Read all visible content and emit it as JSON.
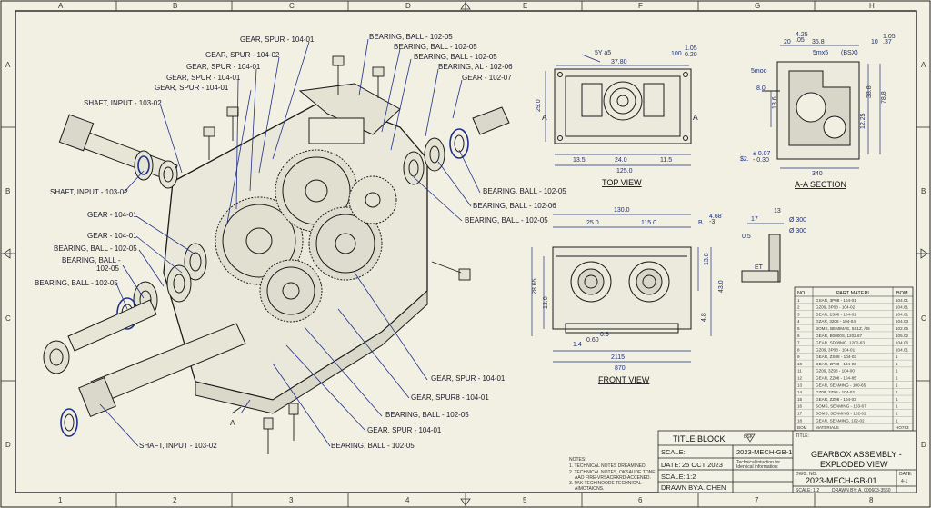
{
  "zones": {
    "columns": [
      "A",
      "B",
      "C",
      "D",
      "E",
      "F",
      "G",
      "H"
    ],
    "columns_bottom": [
      "1",
      "2",
      "3",
      "4",
      "5",
      "6",
      "7",
      "8"
    ],
    "rows": [
      "A",
      "B",
      "C",
      "D"
    ]
  },
  "callouts": {
    "gear_spur_104_01_top": "GEAR, SPUR - 104-01",
    "gear_spur_104_02": "GEAR, SPUR - 104-02",
    "gear_spur_104_01_b": "GEAR, SPUR - 104-01",
    "gear_spur_104_01_c": "GEAR, SPUR - 104-01",
    "gear_spur_104_01_d": "GEAR, SPUR - 104-01",
    "shaft_input_103_02_top": "SHAFT, INPUT - 103-02",
    "shaft_input_103_02_mid": "SHAFT, INPUT - 103-02",
    "gear_104_01_left": "GEAR - 104-01",
    "gear_104_01_left2": "GEAR - 104-01",
    "bearing_ball_102_05_l1": "BEARING, BALL - 102-05",
    "bearing_ball_102_05_l2a": "BEARING, BALL -",
    "bearing_ball_102_05_l2b": "102-05",
    "bearing_ball_102_05_l3": "BEARING, BALL - 102-05",
    "bearing_ball_102_05_t1": "BEARING, BALL - 102-05",
    "bearing_ball_102_05_t2": "BEARING, BALL - 102-05",
    "bearing_ball_102_05_t3": "BEARING, BALL - 102-05",
    "bearing_al_102_06": "BEARING, AL - 102-06",
    "gear_102_07": "GEAR - 102-07",
    "bearing_ball_102_05_r1": "BEARING, BALL - 102-05",
    "bearing_ball_102_06_r": "BEARING, BALL - 102-06",
    "bearing_ball_102_05_r2": "BEARING, BALL - 102-05",
    "gear_spur_104_01_br": "GEAR, SPUR - 104-01",
    "gear_spur8_104_01": "GEAR, SPUR8 - 104-01",
    "bearing_ball_102_05_b1": "BEARING, BALL - 102-05",
    "gear_spur_104_01_b2": "GEAR, SPUR - 104-01",
    "bearing_ball_102_05_b2": "BEARING, BALL - 102-05",
    "shaft_input_103_02_bot": "SHAFT, INPUT - 103-02",
    "section_marker": "A"
  },
  "views": {
    "top_view": "TOP VIEW",
    "section_view": "A-A SECTION",
    "front_view": "FRONT VIEW"
  },
  "dims_top": {
    "d1": "37.80",
    "d2": "100",
    "d2s": "1.05",
    "d2s2": "0.20",
    "d3": "5Y a5",
    "d4": "29.0",
    "d5": "13.5",
    "d6": "24.0",
    "d7": "11.5",
    "d8": "125.0",
    "d9": "A",
    "d10": "A"
  },
  "dims_section": {
    "d1": "20",
    "d1s": "4.25",
    "d1s2": ".05",
    "d2": "35.8",
    "d3": "(BSX)",
    "d4": "5mx5",
    "d5": "10",
    "d5s": "1.05",
    "d5s2": ".37",
    "d6": "13.6",
    "d7": "38.8",
    "d8": "78.8",
    "d9": "12.25",
    "d10": "$2.",
    "d10s": "± 0.07",
    "d10s2": "- 0.30",
    "d11": "340",
    "d12": "5moo",
    "d13": "8.0"
  },
  "dims_front": {
    "d1": "130.0",
    "d2": "25.0",
    "d3": "115.0",
    "d4": "B",
    "d4s": "4.68",
    "d4s2": "-3",
    "d5": "13.8",
    "d6": "28.65",
    "d7": "13.0",
    "d8": "43.0",
    "d9": "4.8",
    "d10": "0.6",
    "d11": "1.4",
    "d11s": "0.60",
    "d12": "2115",
    "d13": "870"
  },
  "dims_side": {
    "d1": "17",
    "d2": "13",
    "d3": "Ø 300",
    "d4": "Ø 300",
    "d5": "0.5",
    "d6": "ET"
  },
  "bom": {
    "headers": [
      "NO.",
      "PART MATERL",
      "BOM"
    ],
    "rows": [
      [
        "1",
        "GSAR, 3P08 - 104-01",
        "104.01"
      ],
      [
        "2",
        "GZ09, 3P08 - 104-02",
        "104.81"
      ],
      [
        "3",
        "GEAR, 2S08 - 104-01",
        "104.01"
      ],
      [
        "4",
        "GZAR, 3208 - 104-04",
        "104.03"
      ],
      [
        "5",
        "BOMS, BEMIMAE, 5S1Z, /06",
        "102.05"
      ],
      [
        "6",
        "GEAR, B0000S, 1202.67",
        "105.02"
      ],
      [
        "7",
        "GEAR, SD08MG, 1202-63",
        "104.06"
      ],
      [
        "8",
        "GZ09, 3P08 - 104-01",
        "104.01"
      ],
      [
        "9",
        "GEAR, ZS08 - 104-03",
        "1"
      ],
      [
        "10",
        "GEAR, 2P08 - 104-03",
        "1"
      ],
      [
        "11",
        "GZ09, 3Z98 - 104-00",
        "1"
      ],
      [
        "12",
        "GEAR, ZZ08 - 104-85",
        "1"
      ],
      [
        "13",
        "GEAR, SEAMING - 100-65",
        "1"
      ],
      [
        "14",
        "GZ09, 3Z98 - 104-02",
        "1"
      ],
      [
        "15",
        "GEAR, ZZ98 - 104-03",
        "1"
      ],
      [
        "16",
        "SOMS, SEAMING - 103-67",
        "1"
      ],
      [
        "17",
        "SOMS, SEAMING - 102-02",
        "1"
      ],
      [
        "18",
        "GEAR, SEAMING, 102-02",
        "1"
      ],
      [
        "BOM",
        "MATERIALS",
        "HO783"
      ]
    ]
  },
  "title_block": {
    "header": "TITLE BLOCK",
    "scale_label": "SCALE:",
    "scale_value": "",
    "date_label": "DATE:",
    "date_value": "25 OCT 2023",
    "scale2_label": "SCALE:",
    "scale2_value": "1:2",
    "drawn_label": "DRAWN BY:",
    "drawn_value": "A. CHEN",
    "proj": "2023-MECH-GB-1",
    "proj_note1": "Technical intuction for",
    "proj_note2": "Identical information:",
    "title_label": "TITLE:",
    "title_line1": "GEARBOX ASSEMBLY -",
    "title_line2": "EXPLODED VIEW",
    "dwg_label": "DWG. NO:",
    "dwg_no": "2023-MECH-GB-01",
    "date2_label": "DATE:",
    "date2_value": "4-1",
    "footer_scale": "SCALE: 1:2",
    "footer_drawn": "DRAWN BY: A. 000603-3560",
    "surface_sym": "BSK"
  },
  "notes": {
    "head": "NOTES:",
    "l1": "1. TECHNICAL NOTES DREAMINED.",
    "l2": "2. TECHNICAL NOTES, OKSAUDE TONE",
    "l3": "AAO FIRE-VRSACRKRD-ACCENED.",
    "l4": "3. PAK TECHINOODE TECHNICAL",
    "l5": "AIMOTAIONS."
  },
  "colors": {
    "paper": "#f1f0e3",
    "ink": "#1a1a1a",
    "dimension": "#1f2f7a",
    "leader": "#22308a"
  }
}
